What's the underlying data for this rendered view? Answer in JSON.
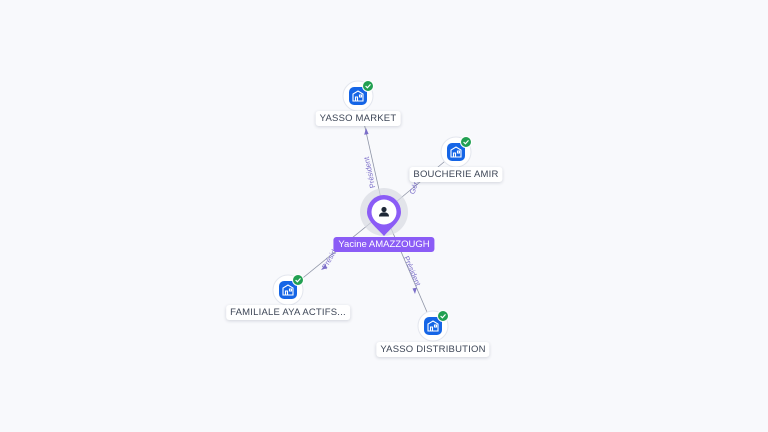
{
  "colors": {
    "background": "#f8f9fc",
    "edge": "#8e94a6",
    "edge_label": "#7c6fc9",
    "company_icon_bg": "#1565e6",
    "check_badge": "#22a052",
    "center_accent": "#8b5cf6",
    "center_halo": "#d9dbe3"
  },
  "center": {
    "name": "Yacine AMAZZOUGH",
    "icon": "person-icon"
  },
  "companies": [
    {
      "id": "yasso-market",
      "name": "YASSO MARKET",
      "role": "Président",
      "icon": "company-icon",
      "verified": true
    },
    {
      "id": "boucherie-amir",
      "name": "BOUCHERIE AMIR",
      "role": "Gérant",
      "icon": "company-icon",
      "verified": true
    },
    {
      "id": "familiale-aya",
      "name": "FAMILIALE AYA ACTIFS...",
      "role": "Président",
      "icon": "company-icon",
      "verified": true
    },
    {
      "id": "yasso-distribution",
      "name": "YASSO DISTRIBUTION",
      "role": "Président",
      "icon": "company-icon",
      "verified": true
    }
  ]
}
